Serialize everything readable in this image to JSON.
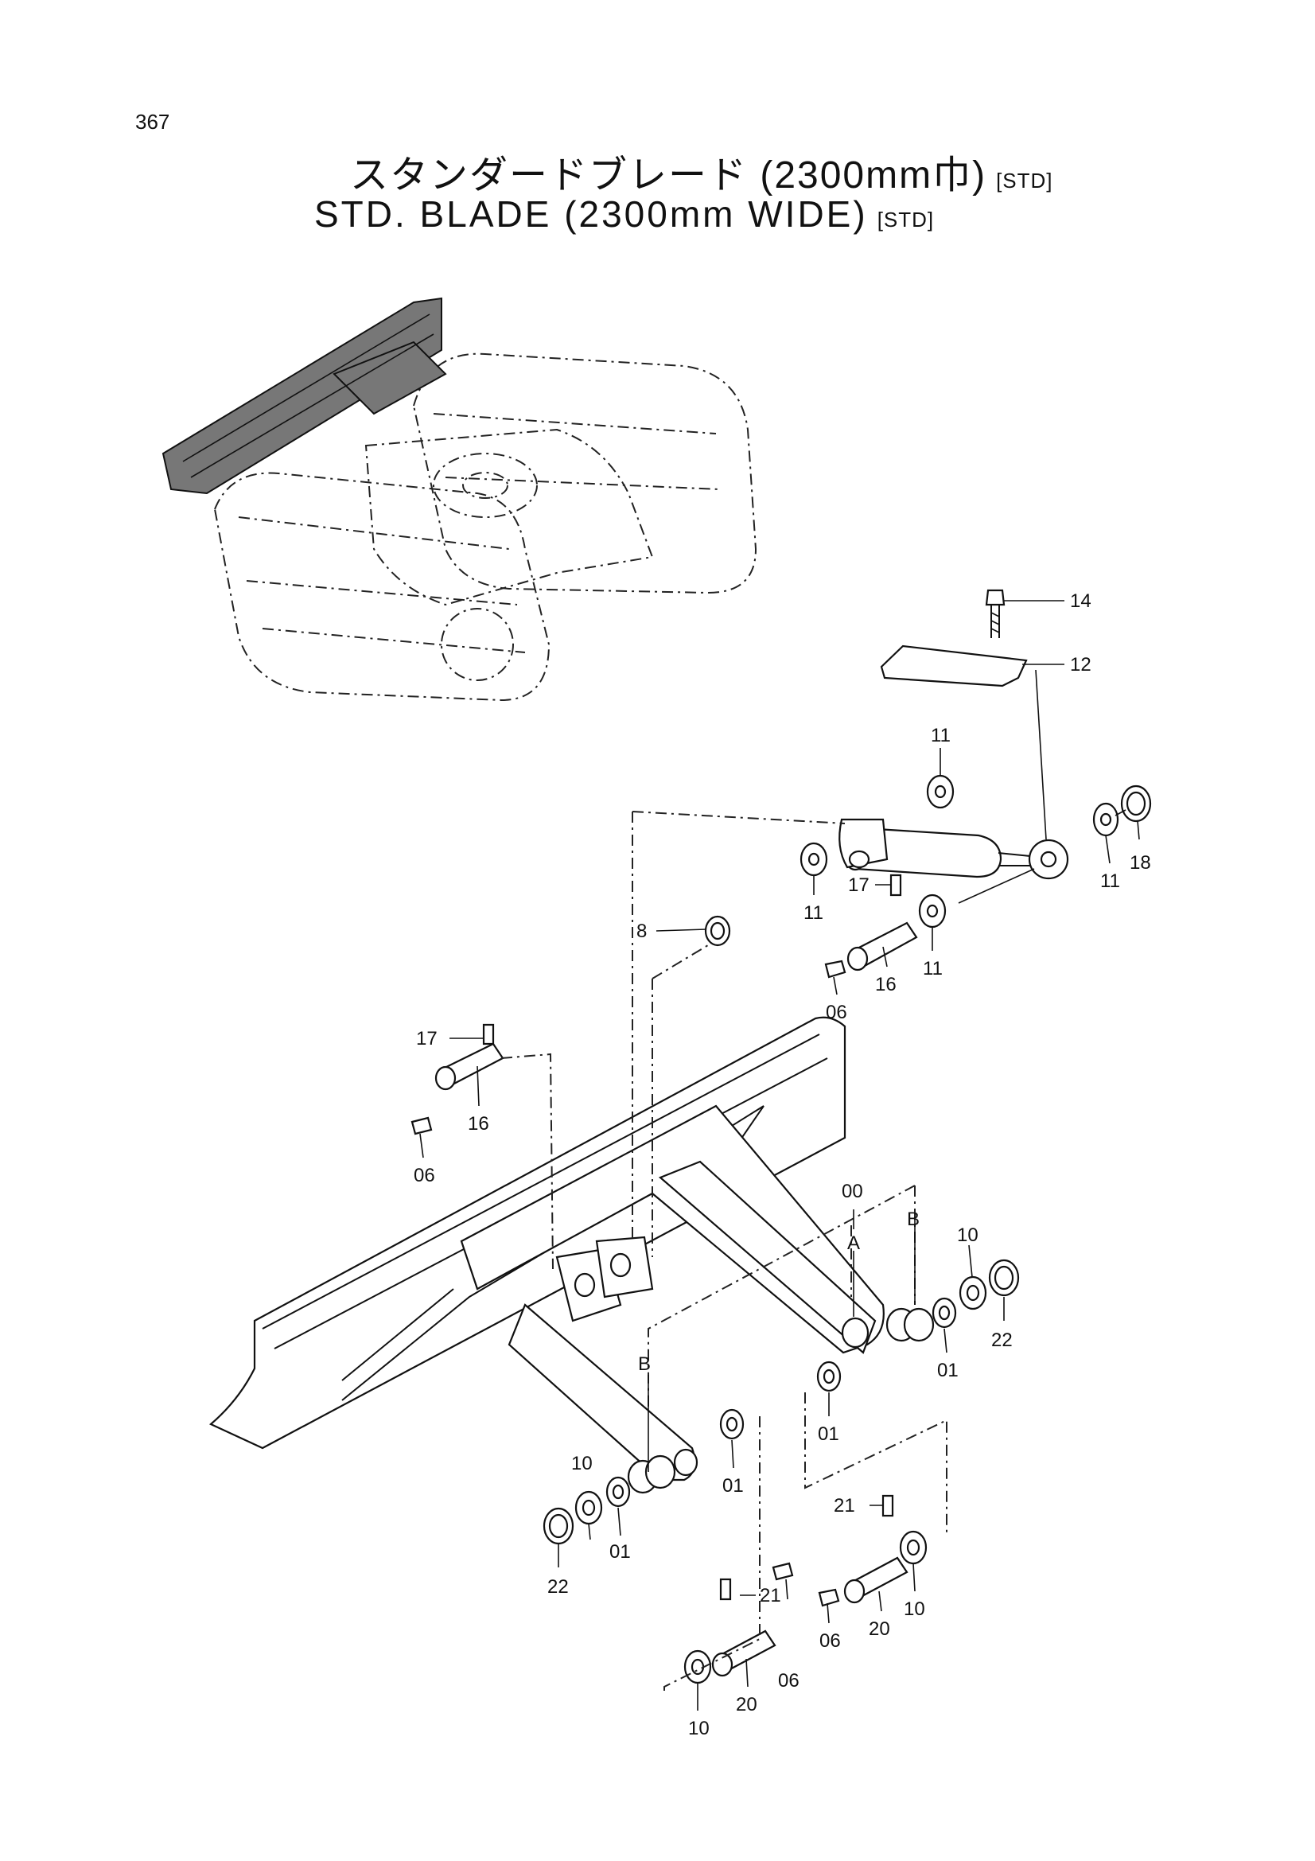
{
  "page": {
    "number": "367",
    "title_ja": "スタンダードブレード (2300mm巾)",
    "title_en": "STD. BLADE (2300mm  WIDE)",
    "tag": "[STD]"
  },
  "diagram": {
    "callouts": {
      "c14": "14",
      "c12": "12",
      "c11a": "11",
      "c11b": "11",
      "c11c": "11",
      "c11d": "11",
      "c18": "18",
      "c17a": "17",
      "c17b": "17",
      "c8": "8",
      "c06a": "06",
      "c06b": "06",
      "c06c": "06",
      "c06d": "06",
      "c16a": "16",
      "c16b": "16",
      "c00": "00",
      "cA": "A",
      "cBa": "B",
      "cBb": "B",
      "c10a": "10",
      "c10b": "10",
      "c10c": "10",
      "c10d": "10",
      "c01a": "01",
      "c01b": "01",
      "c01c": "01",
      "c01d": "01",
      "c22a": "22",
      "c22b": "22",
      "c21a": "21",
      "c21b": "21",
      "c20a": "20",
      "c20b": "20"
    },
    "icons": [
      "excavator-undercarriage-icon",
      "dozer-blade-icon",
      "hydraulic-cylinder-icon",
      "pin-icon",
      "washer-icon",
      "bushing-icon",
      "grease-fitting-icon",
      "bolt-icon",
      "cover-plate-icon"
    ]
  }
}
